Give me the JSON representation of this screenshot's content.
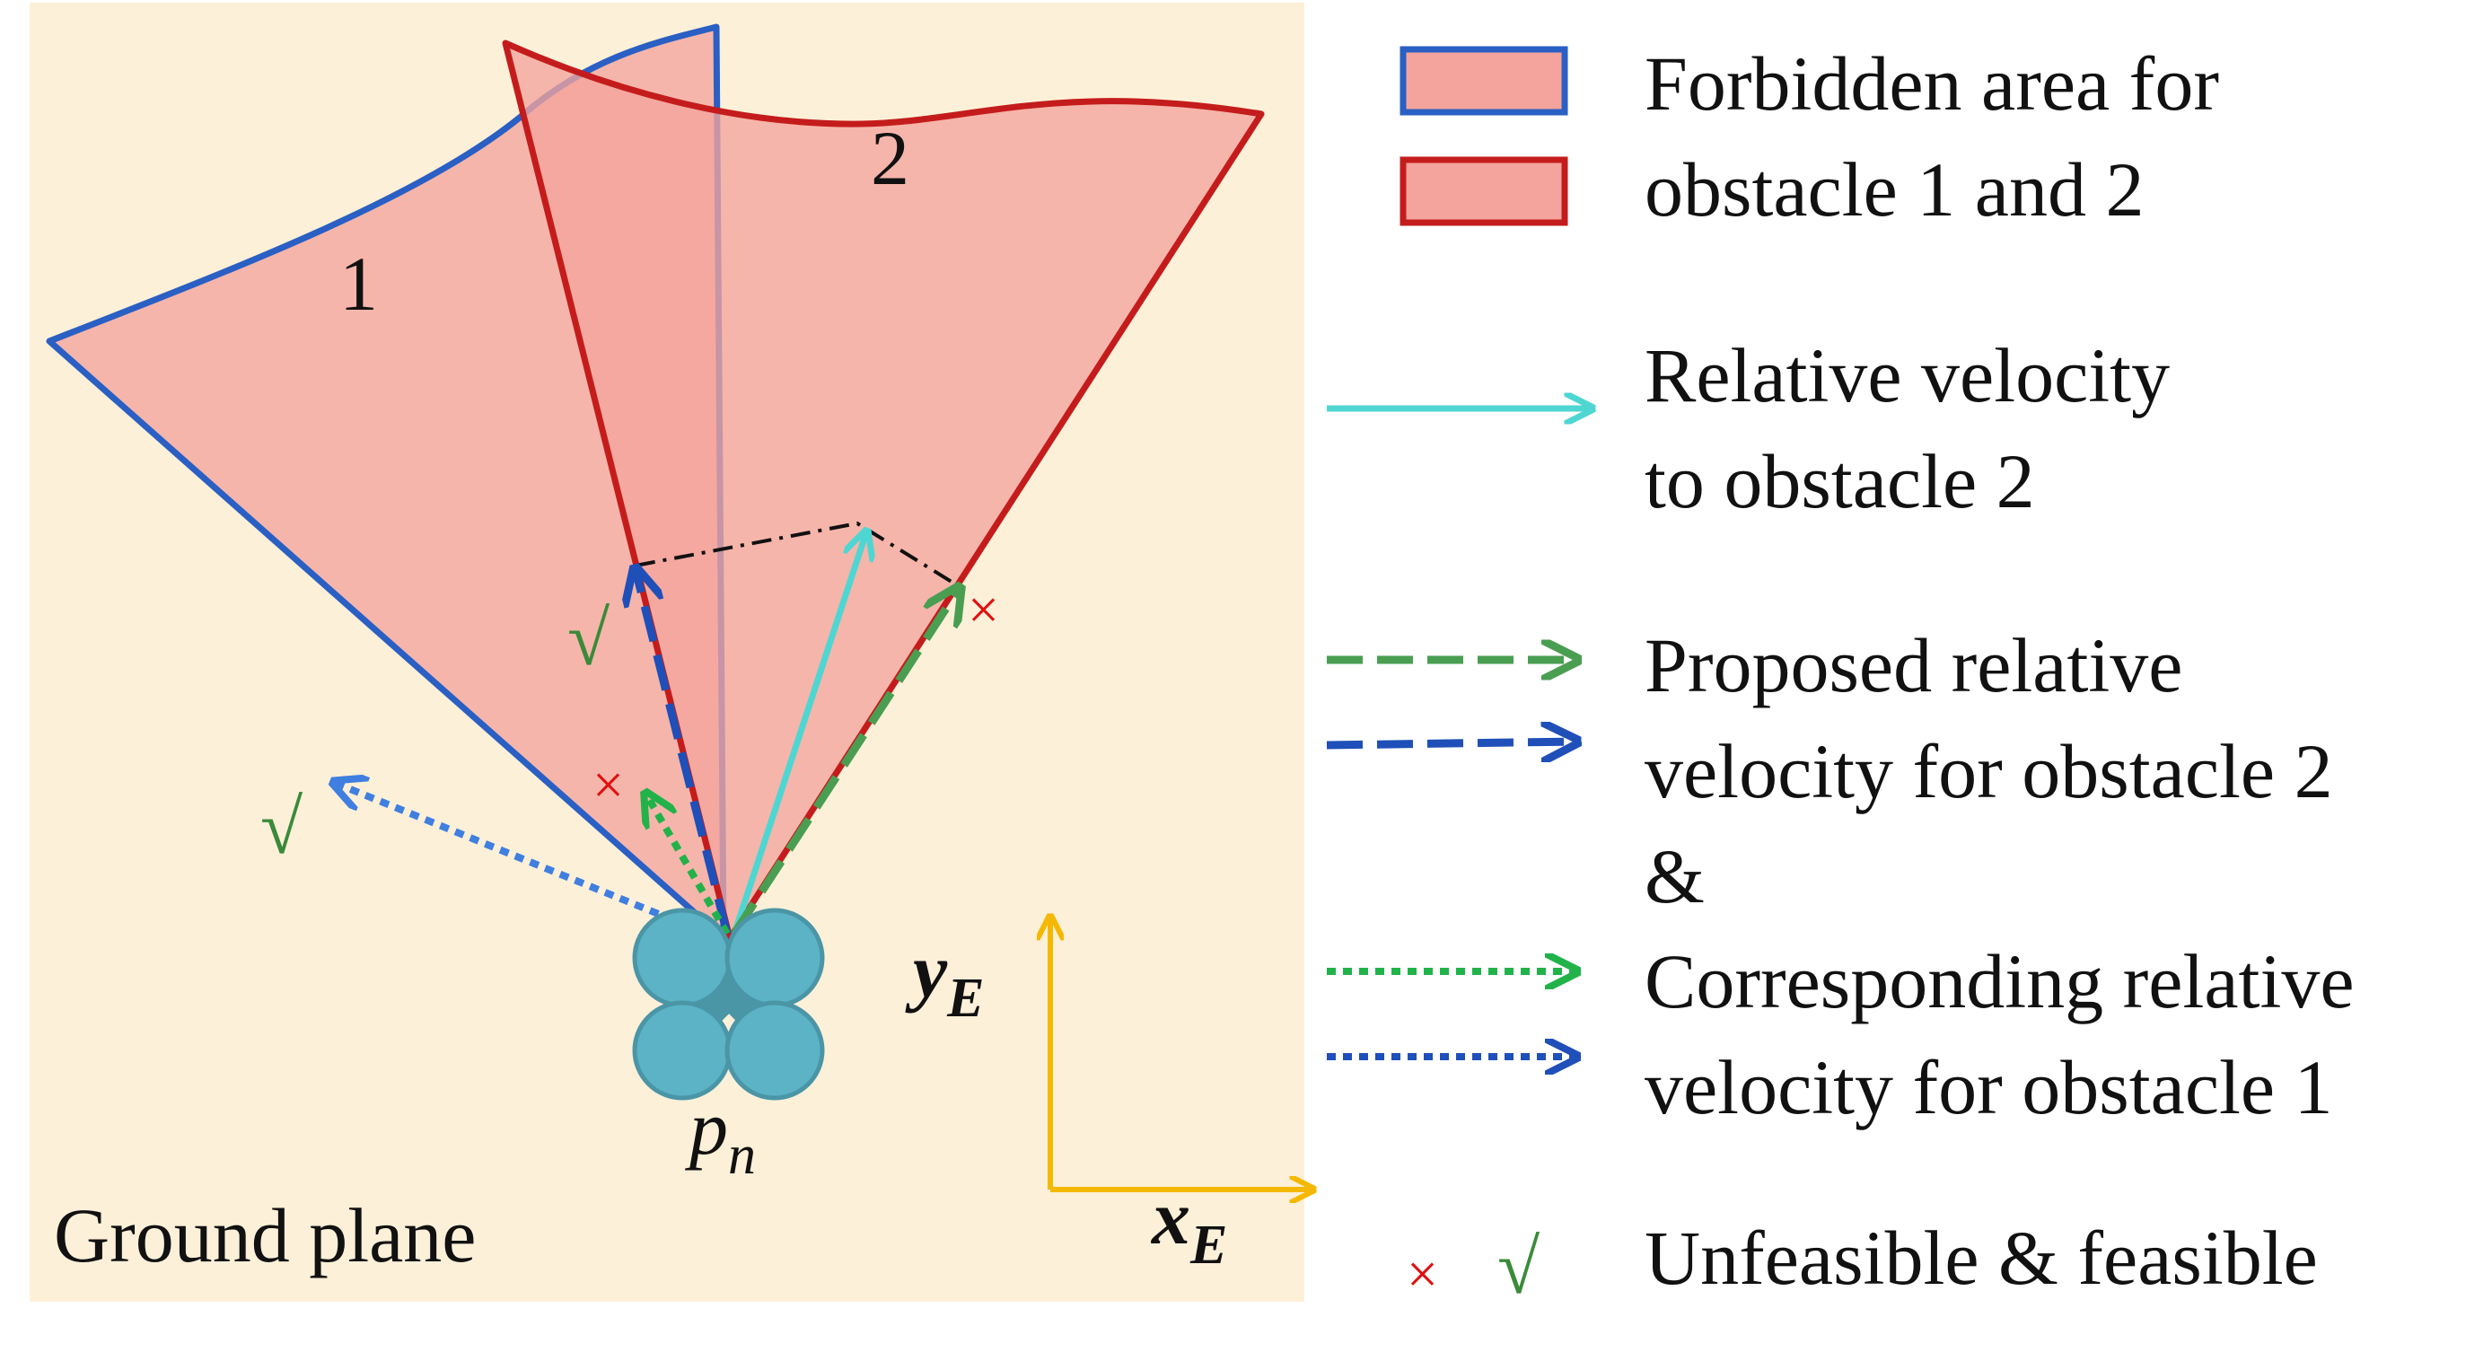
{
  "scene": {
    "ground_label": "Ground plane",
    "region_1_label": "1",
    "region_2_label": "2",
    "drone_label_main": "p",
    "drone_label_sub": "n",
    "axis_x_main": "x",
    "axis_x_sub": "E",
    "axis_y_main": "y",
    "axis_y_sub": "E",
    "mark_check": "√",
    "mark_cross": "×"
  },
  "legend": {
    "forbidden_line1": "Forbidden area for",
    "forbidden_line2": "obstacle 1 and 2",
    "relative_line1": "Relative velocity",
    "relative_line2": "to obstacle 2",
    "proposed_line1": "Proposed relative",
    "proposed_line2": "velocity for obstacle 2",
    "ampersand": "&",
    "corresponding_line1": "Corresponding relative",
    "corresponding_line2": "velocity for obstacle 1",
    "marks_cross": "×",
    "marks_check": "√",
    "marks_label": "Unfeasible & feasible"
  },
  "colors": {
    "ground": "#fdf0d8",
    "forbidden_fill": "#f4a49c",
    "obstacle1_edge": "#2a5fc4",
    "obstacle2_edge": "#c41c1c",
    "relative_velocity": "#4fd6d2",
    "proposed_green": "#4a9e52",
    "proposed_blue": "#1f4fb8",
    "corresponding_green": "#22b24a",
    "corresponding_blue": "#3f7fe0",
    "axes": "#f5b800",
    "infeasible": "#e01010",
    "feasible": "#3a8a3a",
    "drone": "#5bb3c5"
  }
}
